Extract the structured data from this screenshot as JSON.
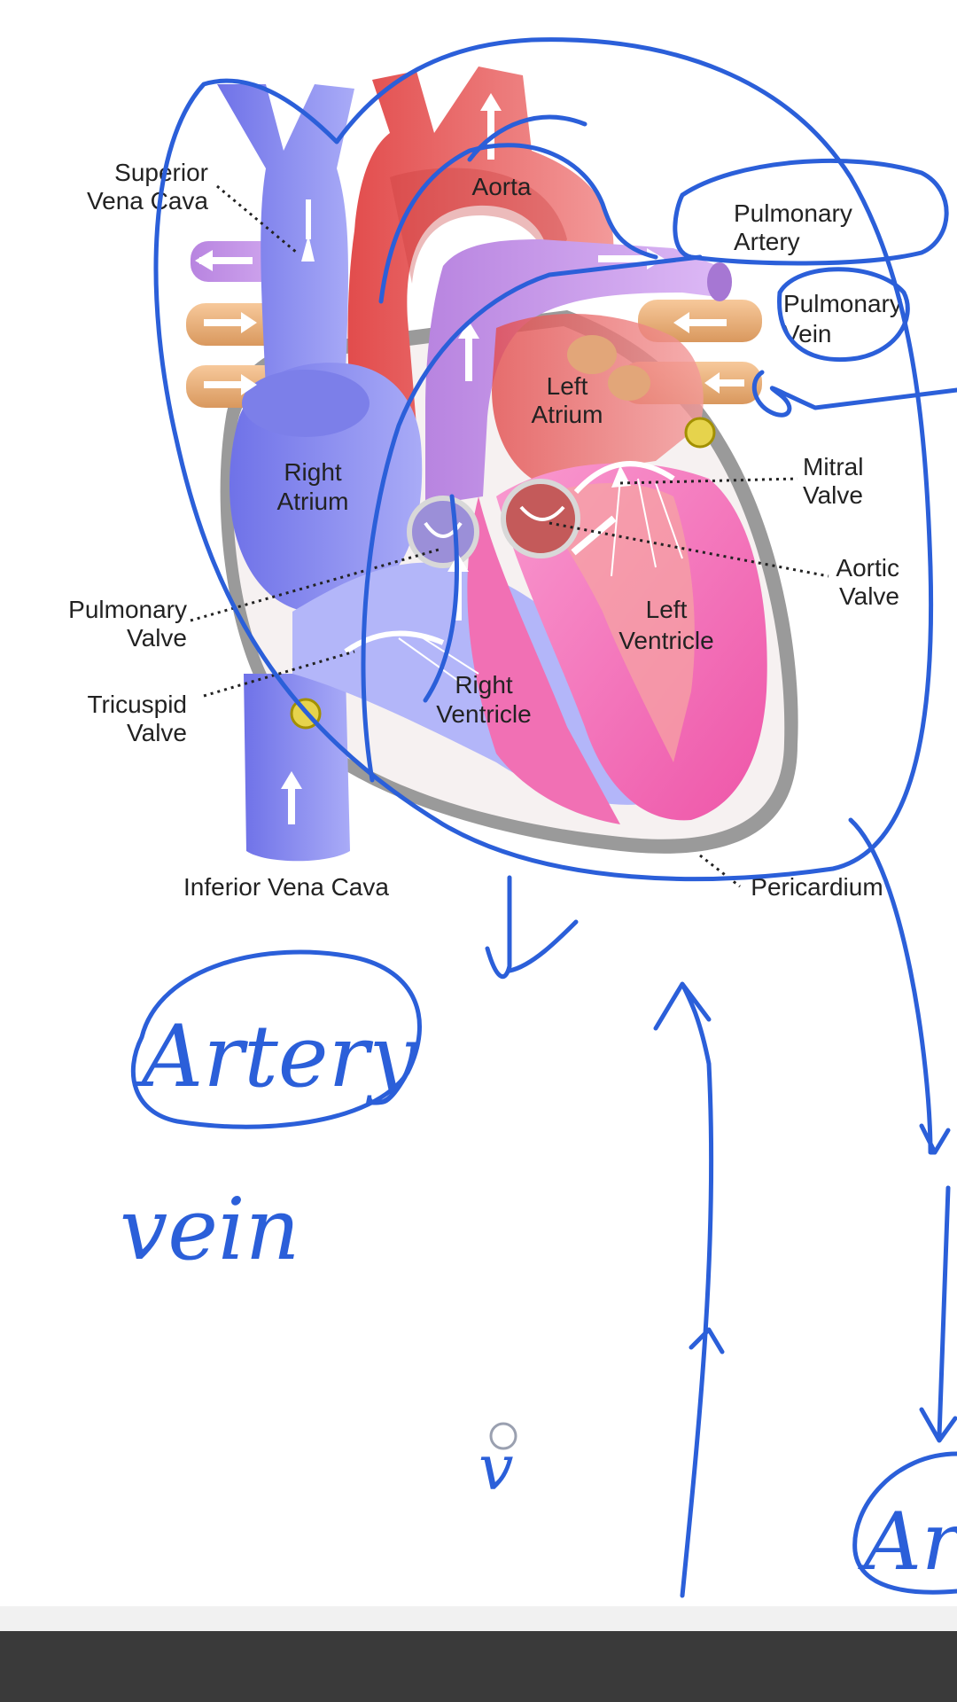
{
  "labels": {
    "superior_vena_cava_1": "Superior",
    "superior_vena_cava_2": "Vena Cava",
    "aorta": "Aorta",
    "pulmonary_artery_1": "Pulmonary",
    "pulmonary_artery_2": "Artery",
    "pulmonary_vein_1": "Pulmonary",
    "pulmonary_vein_2": "Vein",
    "left_atrium_1": "Left",
    "left_atrium_2": "Atrium",
    "right_atrium_1": "Right",
    "right_atrium_2": "Atrium",
    "mitral_valve_1": "Mitral",
    "mitral_valve_2": "Valve",
    "aortic_valve_1": "Aortic",
    "aortic_valve_2": "Valve",
    "pulmonary_valve_1": "Pulmonary",
    "pulmonary_valve_2": "Valve",
    "left_ventricle_1": "Left",
    "left_ventricle_2": "Ventricle",
    "tricuspid_valve_1": "Tricuspid",
    "tricuspid_valve_2": "Valve",
    "right_ventricle_1": "Right",
    "right_ventricle_2": "Ventricle",
    "inferior_vena_cava": "Inferior Vena Cava",
    "pericardium": "Pericardium"
  },
  "annotations": {
    "artery": "Artery",
    "vein": "vein",
    "v_mark": "v",
    "art_partial": "Art"
  },
  "colors": {
    "vein_blue": "#8a8cf2",
    "artery_red": "#ef6f6f",
    "pulmonary_purple": "#c69ae8",
    "ventricle_pink": "#f070b8",
    "pericardium_grey": "#8e8e8e",
    "ink_blue": "#2b5fd9"
  }
}
